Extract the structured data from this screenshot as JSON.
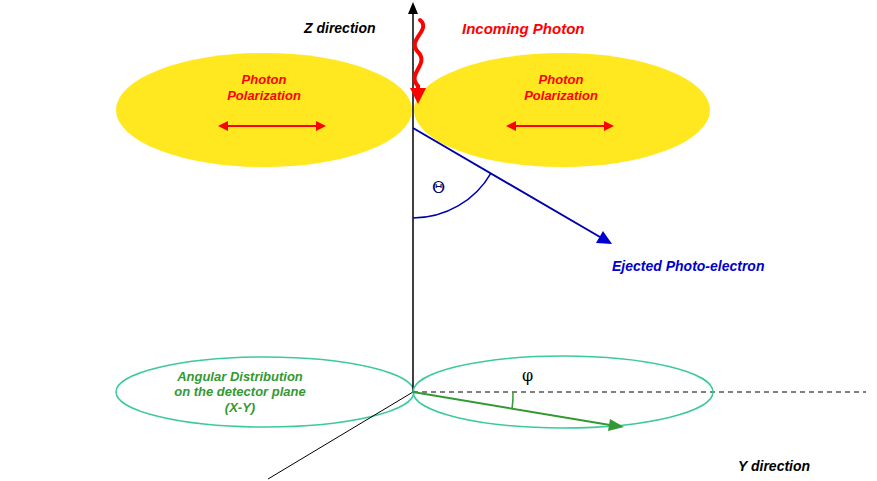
{
  "diagram": {
    "nodes": [
      {
        "text": [
          "Photon Polarization"
        ]
      },
      {
        "text": [
          "Photon Polarization"
        ]
      },
      {
        "text": [
          "Angular Distribution on the detector plane (X-Y)"
        ]
      }
    ],
    "labels": [
      "Z direction",
      "Incoming Photon",
      "Θ",
      "Ejected Photo-electron",
      "φ",
      "Y direction"
    ]
  }
}
